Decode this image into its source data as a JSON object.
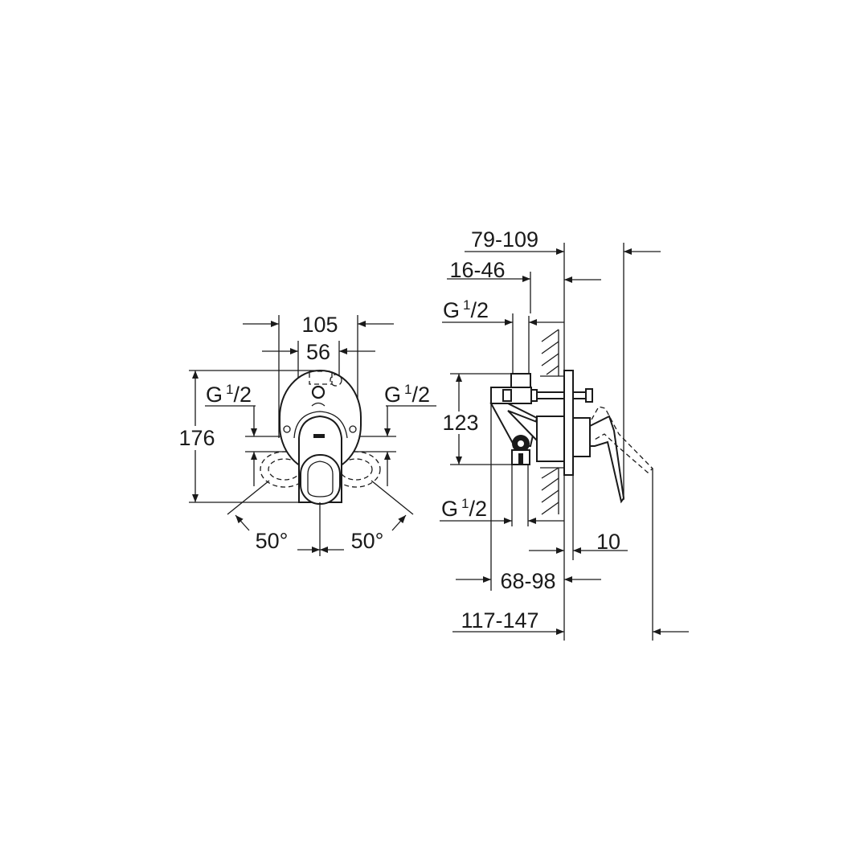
{
  "front_view": {
    "width_outer": "105",
    "width_inner": "56",
    "height": "176",
    "inlet_left": {
      "main": "G",
      "sup": "1",
      "sub": "/2"
    },
    "inlet_right": {
      "main": "G",
      "sup": "1",
      "sub": "/2"
    },
    "angle_left": "50°",
    "angle_right": "50°"
  },
  "side_view": {
    "depth_total_top": "79-109",
    "depth_wall": "16-46",
    "inlet_top": {
      "main": "G",
      "sup": "1",
      "sub": "/2"
    },
    "height": "123",
    "inlet_bottom": {
      "main": "G",
      "sup": "1",
      "sub": "/2"
    },
    "plate_thickness": "10",
    "depth_body": "68-98",
    "depth_total_bottom": "117-147"
  },
  "colors": {
    "line": "#1a1a1a",
    "background": "#ffffff"
  }
}
